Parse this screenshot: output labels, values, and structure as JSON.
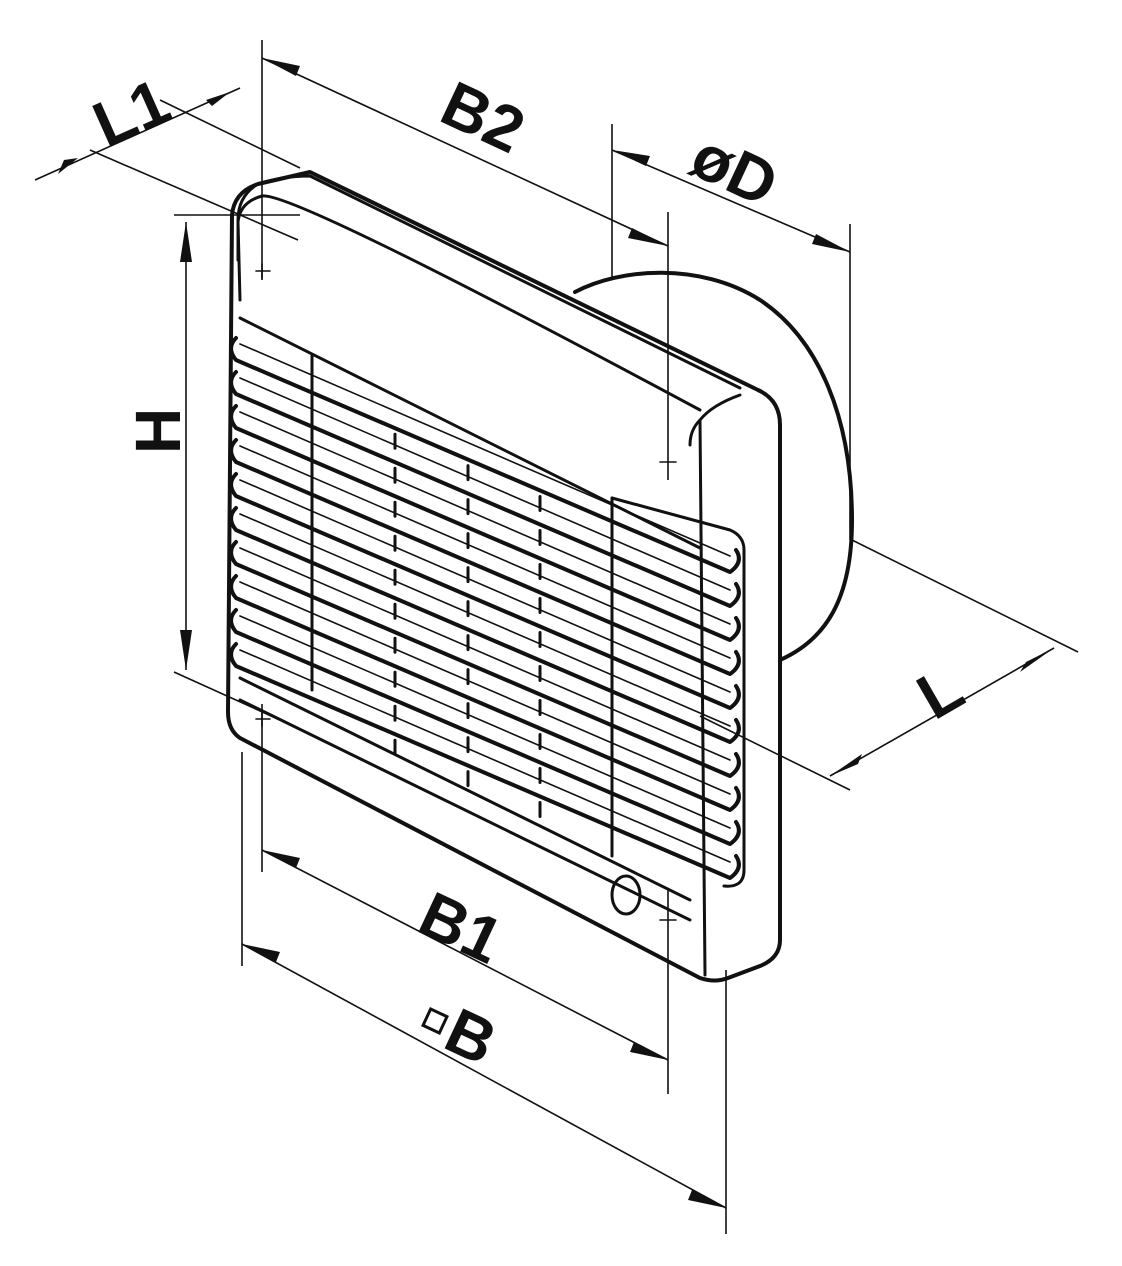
{
  "labels": {
    "l1": "L1",
    "b2": "B2",
    "d": "øD",
    "h": "H",
    "l": "L",
    "b1": "B1",
    "b": "B"
  },
  "colors": {
    "line": "#111111",
    "background": "#ffffff"
  }
}
